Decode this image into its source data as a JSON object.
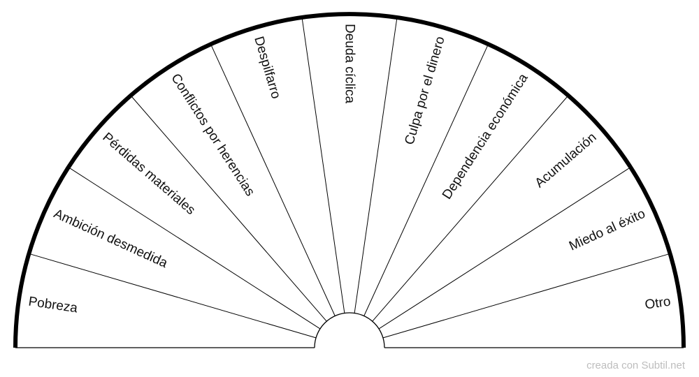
{
  "chart": {
    "segments": [
      "Pobreza",
      "Ambición desmedida",
      "Pérdidas materiales",
      "Conflictos por herencias",
      "Despilfarro",
      "Deuda cíclica",
      "Culpa por el dinero",
      "Dependencia económica",
      "Acumulación",
      "Miedo al éxito",
      "Otro"
    ],
    "colors": {
      "line": "#000000",
      "text": "#111111",
      "background": "#ffffff"
    }
  },
  "footer": {
    "credit": "creada con Subtil.net"
  }
}
